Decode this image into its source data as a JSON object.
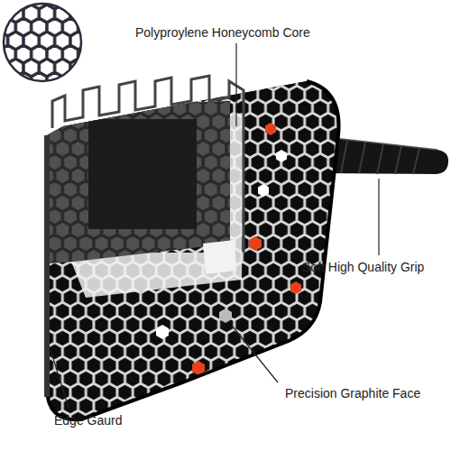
{
  "diagram": {
    "labels": [
      "Polyproylene Honeycomb Core",
      "Soft High Quality Grip",
      "Precision Graphite Face",
      "Edge Gaurd"
    ]
  }
}
